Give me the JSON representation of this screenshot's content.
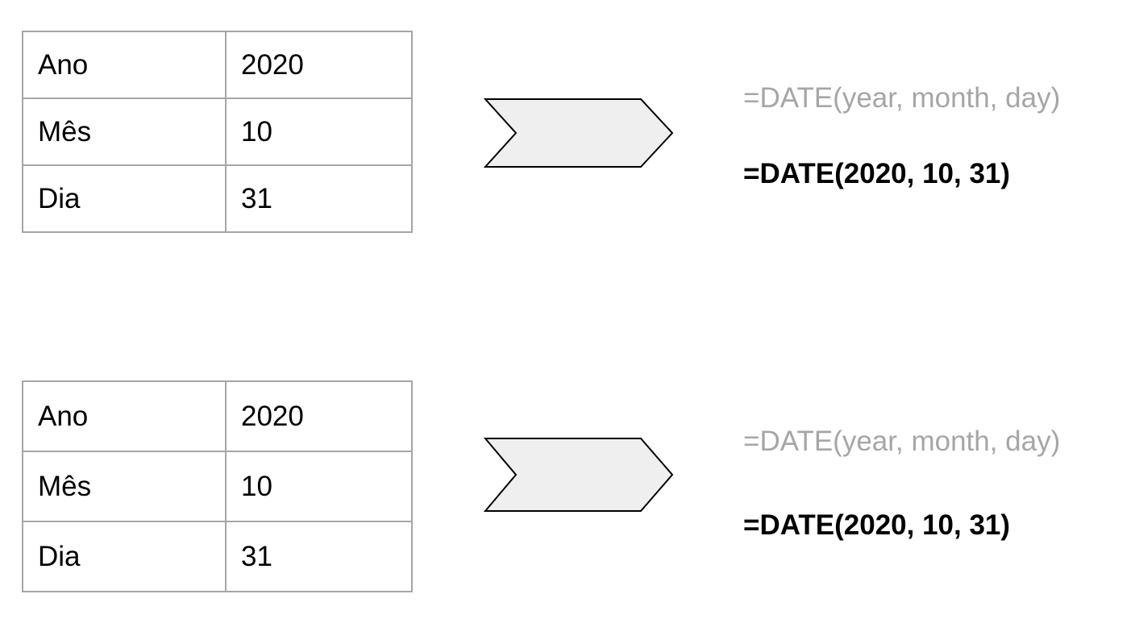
{
  "examples": [
    {
      "rows": [
        {
          "label": "Ano",
          "value": "2020"
        },
        {
          "label": "Mês",
          "value": "10"
        },
        {
          "label": "Dia",
          "value": "31"
        }
      ],
      "syntax": "=DATE(year, month, day)",
      "formula": "=DATE(2020, 10, 31)"
    },
    {
      "rows": [
        {
          "label": "Ano",
          "value": "2020"
        },
        {
          "label": "Mês",
          "value": "10"
        },
        {
          "label": "Dia",
          "value": "31"
        }
      ],
      "syntax": "=DATE(year, month, day)",
      "formula": "=DATE(2020, 10, 31)"
    }
  ],
  "colors": {
    "arrow_fill": "#efefef",
    "arrow_stroke": "#000000",
    "syntax_text": "#a6a6a6",
    "formula_text": "#000000",
    "grid_line": "#a6a6a6"
  }
}
